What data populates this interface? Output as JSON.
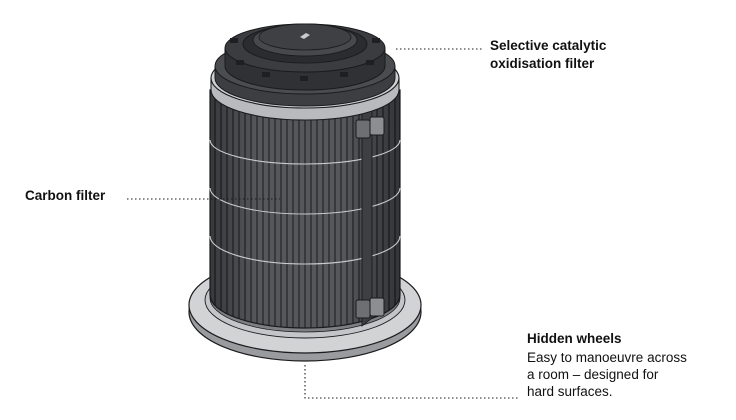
{
  "labels": {
    "sco_line1": "Selective catalytic",
    "sco_line2": "oxidisation filter",
    "carbon": "Carbon filter",
    "wheels_title": "Hidden wheels",
    "wheels_desc_line1": "Easy to manoeuvre across",
    "wheels_desc_line2": "a room – designed for",
    "wheels_desc_line3": "hard surfaces."
  },
  "colors": {
    "body": "#54565a",
    "body_dark": "#3a3c40",
    "lid": "#3c3e42",
    "rim": "#b9babd",
    "base": "#d2d3d5",
    "outline": "#1b1b1d",
    "leader": "#1b1b1d"
  }
}
